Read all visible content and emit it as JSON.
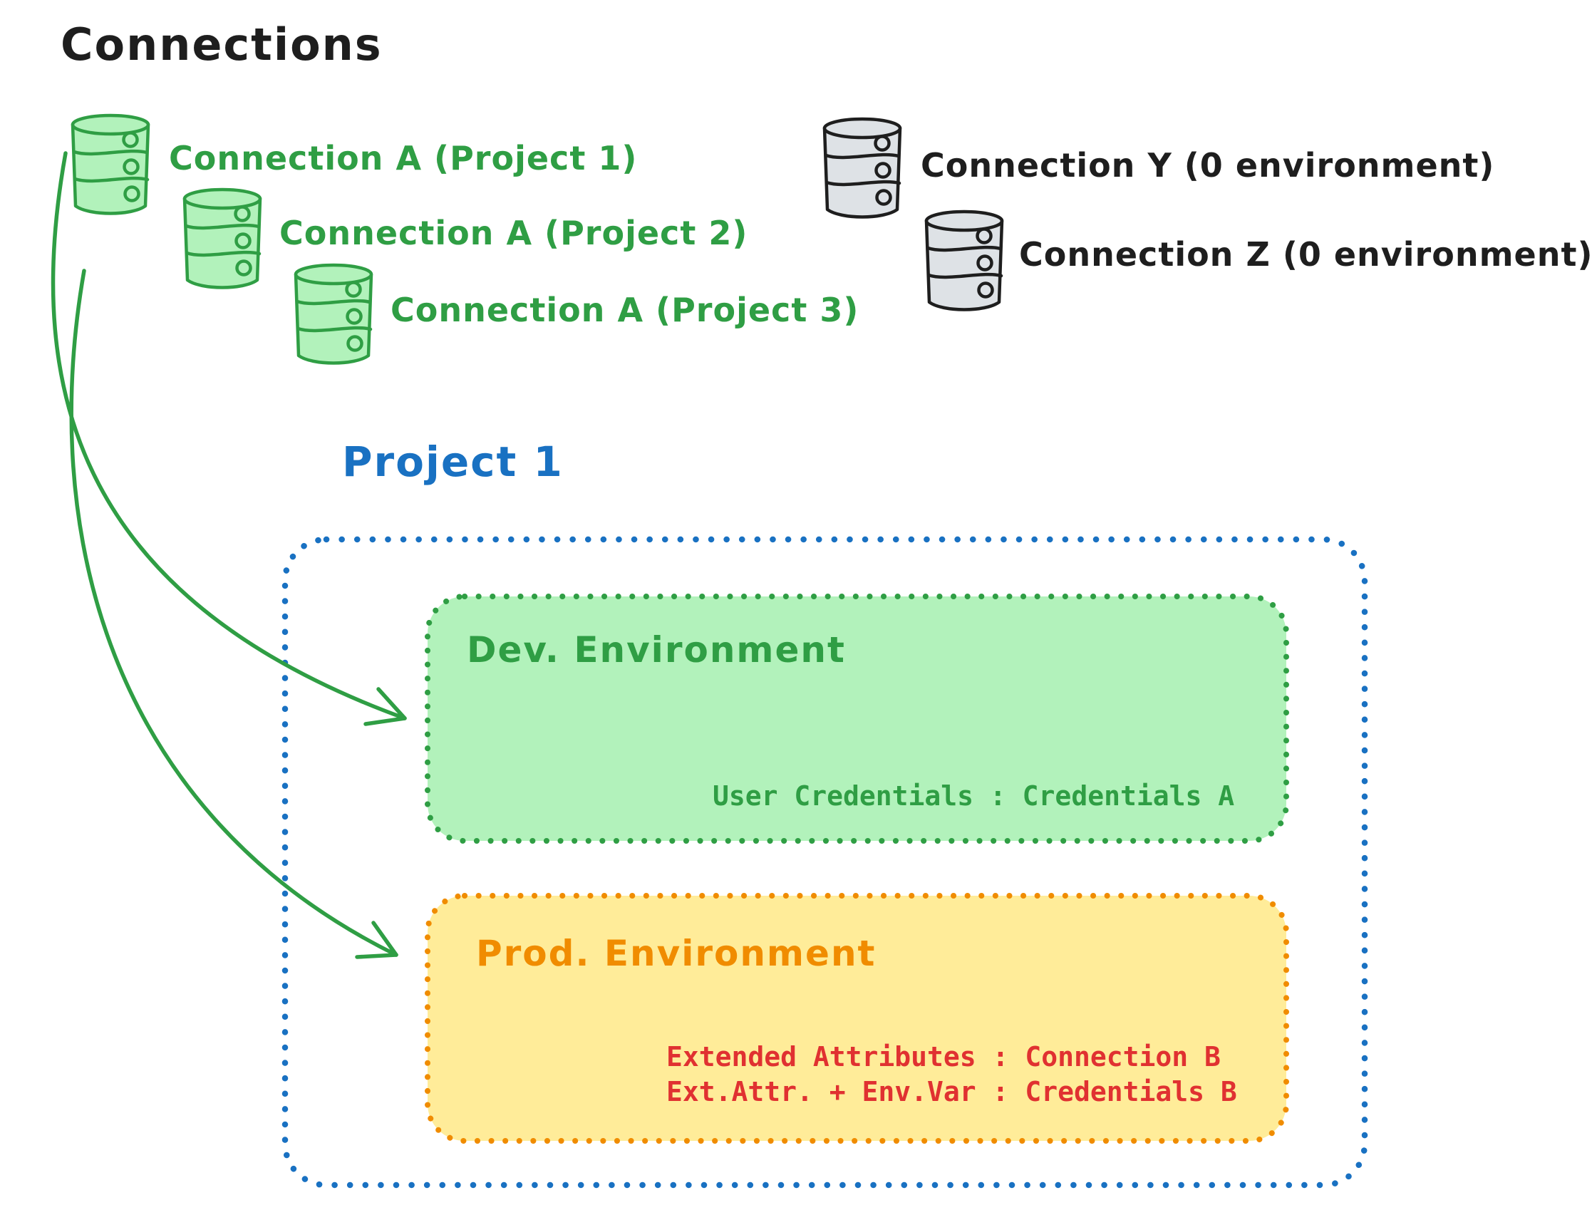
{
  "title": "Connections",
  "green_connections": [
    {
      "label": "Connection A (Project 1)"
    },
    {
      "label": "Connection A (Project 2)"
    },
    {
      "label": "Connection A (Project 3)"
    }
  ],
  "gray_connections": [
    {
      "label": "Connection Y (0 environment)"
    },
    {
      "label": "Connection Z (0 environment)"
    }
  ],
  "project": {
    "label": "Project 1",
    "dev": {
      "title": "Dev. Environment",
      "credentials_line": "User Credentials : Credentials A"
    },
    "prod": {
      "title": "Prod. Environment",
      "lines": [
        "Extended Attributes : Connection B",
        "Ext.Attr. + Env.Var : Credentials B"
      ]
    }
  },
  "colors": {
    "ink": "#1e1e1e",
    "green_stroke": "#2f9e44",
    "green_fill": "#b2f2bb",
    "gray_fill": "#dee2e6",
    "blue": "#1971c2",
    "orange": "#f08c00",
    "yellow_fill": "#ffec99",
    "red": "#e03131"
  }
}
